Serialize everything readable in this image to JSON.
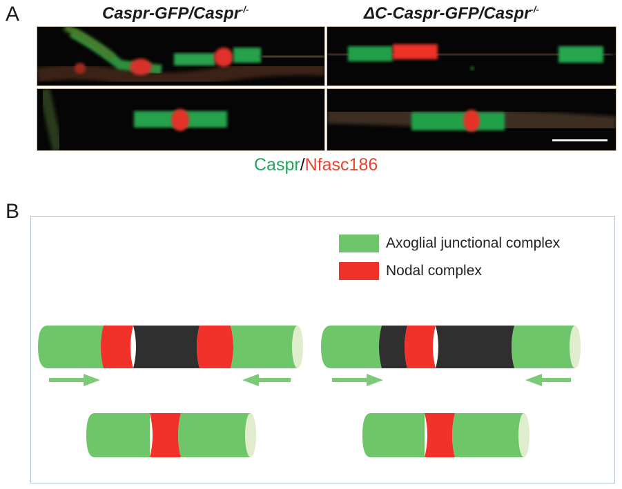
{
  "panel_a": {
    "letter": "A",
    "col_left_title": "Caspr-GFP/Caspr",
    "col_left_sup": "-/-",
    "col_right_title": "ΔC-Caspr-GFP/Caspr",
    "col_right_sup": "-/-",
    "stain_green": "Caspr",
    "stain_slash": "/",
    "stain_red": "Nfasc186"
  },
  "panel_b": {
    "letter": "B",
    "key": [
      {
        "label": "Axoglial junctional complex",
        "color": "#6fc56a"
      },
      {
        "label": "Nodal complex",
        "color": "#f0322b"
      }
    ]
  },
  "colors": {
    "green": "#6fc56a",
    "red": "#f0322b",
    "dark": "#2f2f2f",
    "cap": "#dfeccd",
    "arrow": "#7cc978"
  }
}
